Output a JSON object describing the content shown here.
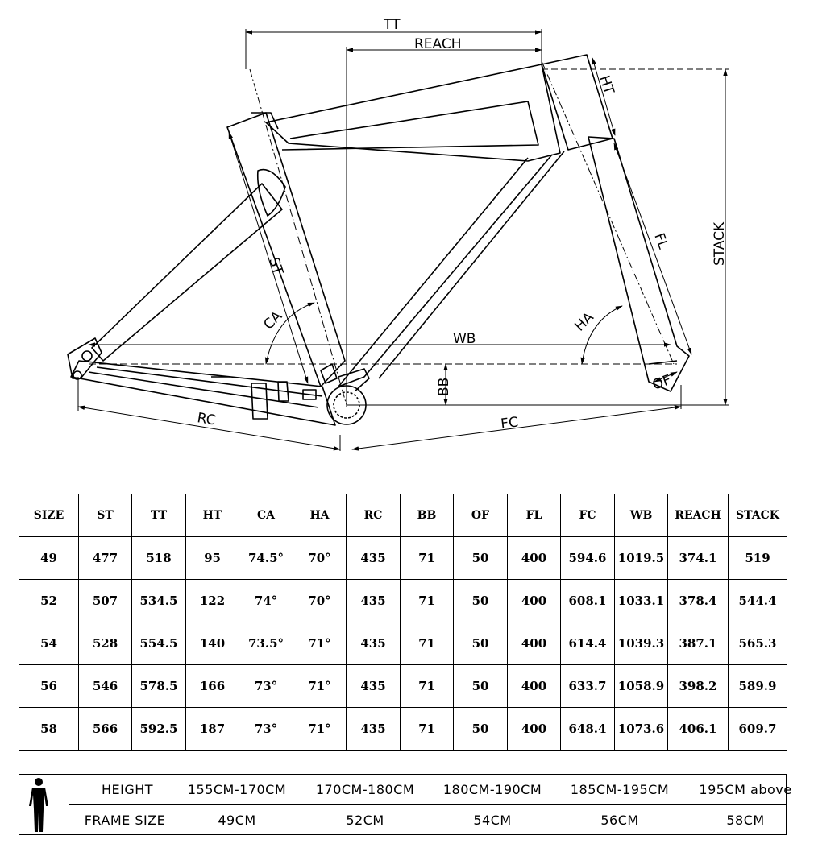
{
  "diagram_labels": {
    "tt": "TT",
    "reach": "REACH",
    "ht": "HT",
    "stack": "STACK",
    "fl": "FL",
    "st": "ST",
    "ca": "CA",
    "wb": "WB",
    "ha": "HA",
    "bb": "BB",
    "of": "OF",
    "rc": "RC",
    "fc": "FC"
  },
  "table": {
    "headers": [
      "SIZE",
      "ST",
      "TT",
      "HT",
      "CA",
      "HA",
      "RC",
      "BB",
      "OF",
      "FL",
      "FC",
      "WB",
      "REACH",
      "STACK"
    ],
    "rows": [
      [
        "49",
        "477",
        "518",
        "95",
        "74.5°",
        "70°",
        "435",
        "71",
        "50",
        "400",
        "594.6",
        "1019.5",
        "374.1",
        "519"
      ],
      [
        "52",
        "507",
        "534.5",
        "122",
        "74°",
        "70°",
        "435",
        "71",
        "50",
        "400",
        "608.1",
        "1033.1",
        "378.4",
        "544.4"
      ],
      [
        "54",
        "528",
        "554.5",
        "140",
        "73.5°",
        "71°",
        "435",
        "71",
        "50",
        "400",
        "614.4",
        "1039.3",
        "387.1",
        "565.3"
      ],
      [
        "56",
        "546",
        "578.5",
        "166",
        "73°",
        "71°",
        "435",
        "71",
        "50",
        "400",
        "633.7",
        "1058.9",
        "398.2",
        "589.9"
      ],
      [
        "58",
        "566",
        "592.5",
        "187",
        "73°",
        "71°",
        "435",
        "71",
        "50",
        "400",
        "648.4",
        "1073.6",
        "406.1",
        "609.7"
      ]
    ]
  },
  "size_guide": {
    "height_label": "HEIGHT",
    "heights": [
      "155CM-170CM",
      "170CM-180CM",
      "180CM-190CM",
      "185CM-195CM",
      "195CM above"
    ],
    "frame_label": "FRAME SIZE",
    "frames": [
      "49CM",
      "52CM",
      "54CM",
      "56CM",
      "58CM"
    ]
  }
}
